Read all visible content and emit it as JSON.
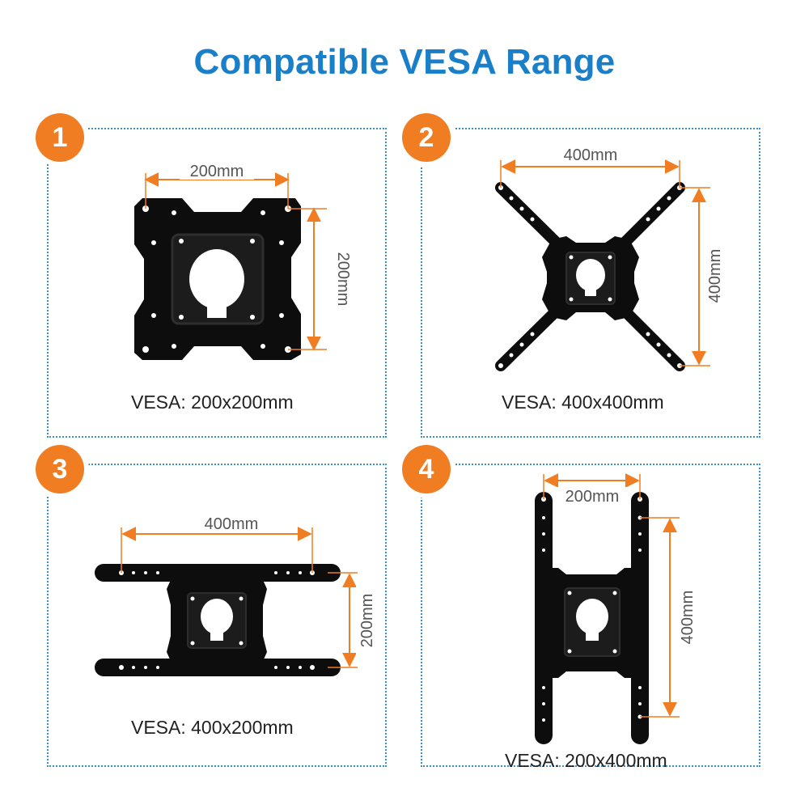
{
  "title": "Compatible VESA Range",
  "accent_color": "#f07d22",
  "title_color": "#1a7fc9",
  "panels": [
    {
      "number": "1",
      "width_label": "200mm",
      "height_label": "200mm",
      "caption": "VESA: 200x200mm"
    },
    {
      "number": "2",
      "width_label": "400mm",
      "height_label": "400mm",
      "caption": "VESA: 400x400mm"
    },
    {
      "number": "3",
      "width_label": "400mm",
      "height_label": "200mm",
      "caption": "VESA: 400x200mm"
    },
    {
      "number": "4",
      "width_label": "200mm",
      "height_label": "400mm",
      "caption": "VESA: 200x400mm"
    }
  ]
}
